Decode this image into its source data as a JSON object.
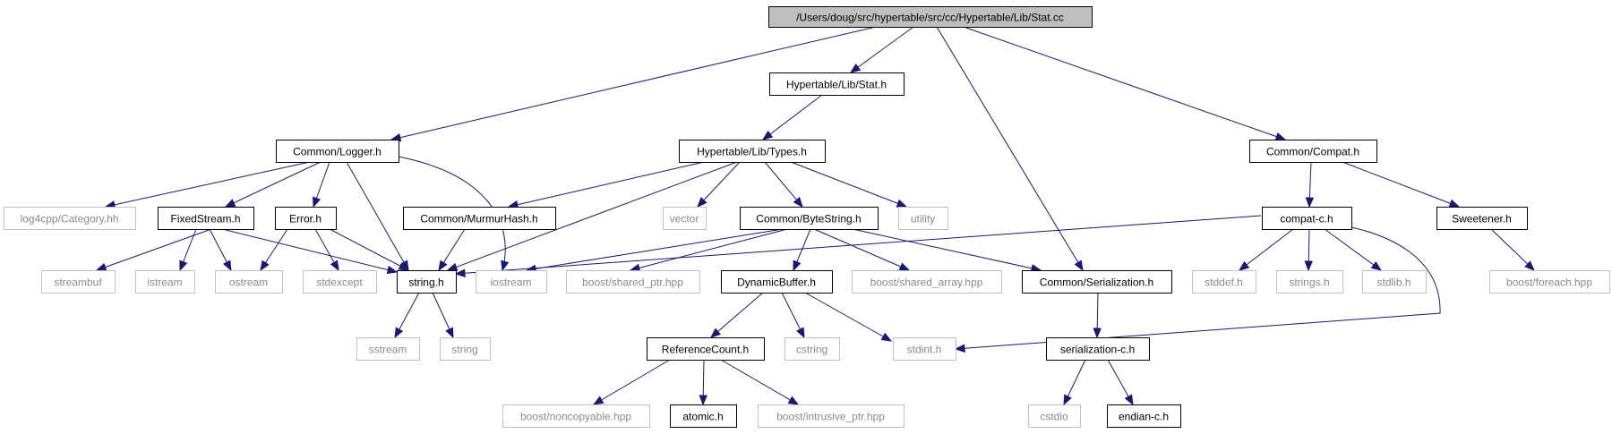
{
  "diagram": {
    "colors": {
      "edge": "#191970",
      "root_fill": "#bfbfbf",
      "node_border": "#000000",
      "external_border": "#bfbfbf",
      "external_text": "#8a8a8a"
    },
    "nodes": [
      {
        "id": "n_root",
        "label": "/Users/doug/src/hypertable/src/cc/Hypertable/Lib/Stat.cc",
        "kind": "root"
      },
      {
        "id": "n_stat_h",
        "label": "Hypertable/Lib/Stat.h",
        "kind": "internal"
      },
      {
        "id": "n_logger",
        "label": "Common/Logger.h",
        "kind": "internal"
      },
      {
        "id": "n_types",
        "label": "Hypertable/Lib/Types.h",
        "kind": "internal"
      },
      {
        "id": "n_compat",
        "label": "Common/Compat.h",
        "kind": "internal"
      },
      {
        "id": "n_log4cpp",
        "label": "log4cpp/Category.hh",
        "kind": "external"
      },
      {
        "id": "n_fixedstream",
        "label": "FixedStream.h",
        "kind": "internal"
      },
      {
        "id": "n_error",
        "label": "Error.h",
        "kind": "internal"
      },
      {
        "id": "n_murmur",
        "label": "Common/MurmurHash.h",
        "kind": "internal"
      },
      {
        "id": "n_vector",
        "label": "vector",
        "kind": "external"
      },
      {
        "id": "n_bytestring",
        "label": "Common/ByteString.h",
        "kind": "internal"
      },
      {
        "id": "n_utility",
        "label": "utility",
        "kind": "external"
      },
      {
        "id": "n_compat_c",
        "label": "compat-c.h",
        "kind": "internal"
      },
      {
        "id": "n_sweetener",
        "label": "Sweetener.h",
        "kind": "internal"
      },
      {
        "id": "n_streambuf",
        "label": "streambuf",
        "kind": "external"
      },
      {
        "id": "n_istream",
        "label": "istream",
        "kind": "external"
      },
      {
        "id": "n_ostream",
        "label": "ostream",
        "kind": "external"
      },
      {
        "id": "n_stdexcept",
        "label": "stdexcept",
        "kind": "external"
      },
      {
        "id": "n_string_h",
        "label": "string.h",
        "kind": "internal"
      },
      {
        "id": "n_iostream",
        "label": "iostream",
        "kind": "external"
      },
      {
        "id": "n_shared_ptr",
        "label": "boost/shared_ptr.hpp",
        "kind": "external"
      },
      {
        "id": "n_dynbuf",
        "label": "DynamicBuffer.h",
        "kind": "internal"
      },
      {
        "id": "n_shared_array",
        "label": "boost/shared_array.hpp",
        "kind": "external"
      },
      {
        "id": "n_serialization",
        "label": "Common/Serialization.h",
        "kind": "internal"
      },
      {
        "id": "n_stddef",
        "label": "stddef.h",
        "kind": "external"
      },
      {
        "id": "n_strings",
        "label": "strings.h",
        "kind": "external"
      },
      {
        "id": "n_stdlib",
        "label": "stdlib.h",
        "kind": "external"
      },
      {
        "id": "n_foreach",
        "label": "boost/foreach.hpp",
        "kind": "external"
      },
      {
        "id": "n_sstream",
        "label": "sstream",
        "kind": "external"
      },
      {
        "id": "n_string",
        "label": "string",
        "kind": "external"
      },
      {
        "id": "n_refcount",
        "label": "ReferenceCount.h",
        "kind": "internal"
      },
      {
        "id": "n_cstring",
        "label": "cstring",
        "kind": "external"
      },
      {
        "id": "n_stdint",
        "label": "stdint.h",
        "kind": "external"
      },
      {
        "id": "n_ser_c",
        "label": "serialization-c.h",
        "kind": "internal"
      },
      {
        "id": "n_noncopyable",
        "label": "boost/noncopyable.hpp",
        "kind": "external"
      },
      {
        "id": "n_atomic",
        "label": "atomic.h",
        "kind": "internal"
      },
      {
        "id": "n_intrusive",
        "label": "boost/intrusive_ptr.hpp",
        "kind": "external"
      },
      {
        "id": "n_cstdio",
        "label": "cstdio",
        "kind": "external"
      },
      {
        "id": "n_endian",
        "label": "endian-c.h",
        "kind": "internal"
      }
    ],
    "edges": [
      {
        "from": "n_root",
        "to": "n_stat_h"
      },
      {
        "from": "n_root",
        "to": "n_logger"
      },
      {
        "from": "n_root",
        "to": "n_serialization"
      },
      {
        "from": "n_root",
        "to": "n_compat"
      },
      {
        "from": "n_stat_h",
        "to": "n_types"
      },
      {
        "from": "n_logger",
        "to": "n_log4cpp"
      },
      {
        "from": "n_logger",
        "to": "n_fixedstream"
      },
      {
        "from": "n_logger",
        "to": "n_error"
      },
      {
        "from": "n_logger",
        "to": "n_string_h"
      },
      {
        "from": "n_logger",
        "to": "n_iostream"
      },
      {
        "from": "n_types",
        "to": "n_murmur"
      },
      {
        "from": "n_types",
        "to": "n_string_h"
      },
      {
        "from": "n_types",
        "to": "n_vector"
      },
      {
        "from": "n_types",
        "to": "n_bytestring"
      },
      {
        "from": "n_types",
        "to": "n_utility"
      },
      {
        "from": "n_compat",
        "to": "n_compat_c"
      },
      {
        "from": "n_compat",
        "to": "n_sweetener"
      },
      {
        "from": "n_fixedstream",
        "to": "n_streambuf"
      },
      {
        "from": "n_fixedstream",
        "to": "n_istream"
      },
      {
        "from": "n_fixedstream",
        "to": "n_ostream"
      },
      {
        "from": "n_fixedstream",
        "to": "n_string_h"
      },
      {
        "from": "n_error",
        "to": "n_ostream"
      },
      {
        "from": "n_error",
        "to": "n_stdexcept"
      },
      {
        "from": "n_error",
        "to": "n_string_h"
      },
      {
        "from": "n_murmur",
        "to": "n_string_h"
      },
      {
        "from": "n_bytestring",
        "to": "n_iostream"
      },
      {
        "from": "n_bytestring",
        "to": "n_shared_ptr"
      },
      {
        "from": "n_bytestring",
        "to": "n_dynbuf"
      },
      {
        "from": "n_bytestring",
        "to": "n_shared_array"
      },
      {
        "from": "n_bytestring",
        "to": "n_serialization"
      },
      {
        "from": "n_compat_c",
        "to": "n_string_h"
      },
      {
        "from": "n_compat_c",
        "to": "n_stddef"
      },
      {
        "from": "n_compat_c",
        "to": "n_strings"
      },
      {
        "from": "n_compat_c",
        "to": "n_stdlib"
      },
      {
        "from": "n_compat_c",
        "to": "n_stdint"
      },
      {
        "from": "n_sweetener",
        "to": "n_foreach"
      },
      {
        "from": "n_string_h",
        "to": "n_sstream"
      },
      {
        "from": "n_string_h",
        "to": "n_string"
      },
      {
        "from": "n_dynbuf",
        "to": "n_refcount"
      },
      {
        "from": "n_dynbuf",
        "to": "n_cstring"
      },
      {
        "from": "n_dynbuf",
        "to": "n_stdint"
      },
      {
        "from": "n_serialization",
        "to": "n_ser_c"
      },
      {
        "from": "n_refcount",
        "to": "n_noncopyable"
      },
      {
        "from": "n_refcount",
        "to": "n_atomic"
      },
      {
        "from": "n_refcount",
        "to": "n_intrusive"
      },
      {
        "from": "n_ser_c",
        "to": "n_cstdio"
      },
      {
        "from": "n_ser_c",
        "to": "n_endian"
      }
    ]
  }
}
